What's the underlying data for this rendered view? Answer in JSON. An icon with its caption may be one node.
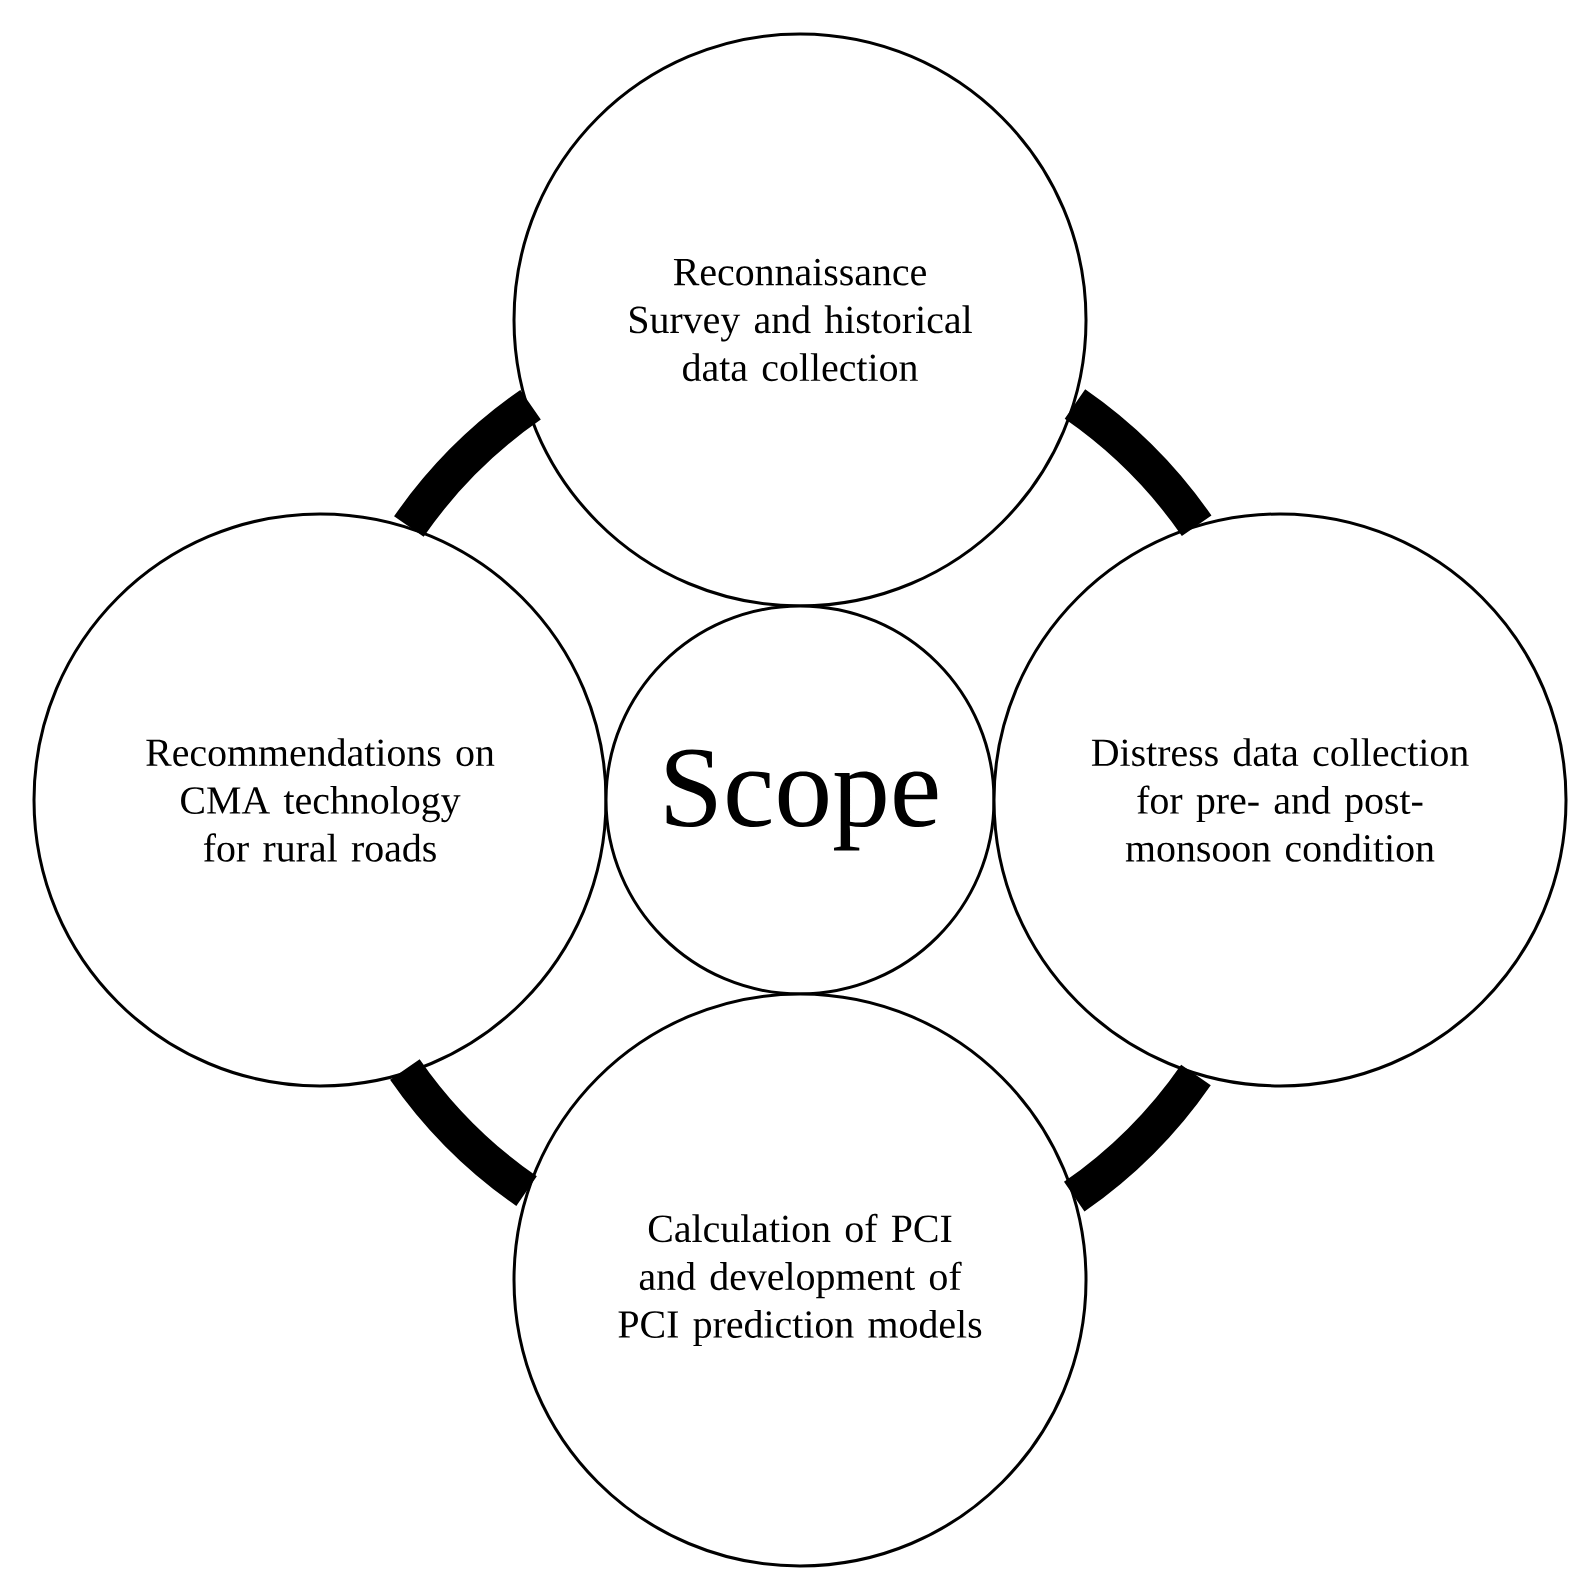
{
  "diagram": {
    "nodes": [
      {
        "text": [
          "Reconnaissance Survey and historical data collection"
        ]
      },
      {
        "text": [
          "Recommendations on CMA technology for rural roads"
        ]
      },
      {
        "text": [
          "Scope"
        ]
      },
      {
        "text": [
          "Distress data collection for pre- and post-monsoon condition"
        ]
      },
      {
        "text": [
          "Calculation of PCI and development of PCI prediction models"
        ]
      }
    ],
    "edges": [
      {
        "from": 0,
        "to": 3,
        "arrow": "none"
      },
      {
        "from": 3,
        "to": 4,
        "arrow": "none"
      },
      {
        "from": 4,
        "to": 1,
        "arrow": "none"
      },
      {
        "from": 1,
        "to": 0,
        "arrow": "none"
      }
    ]
  }
}
